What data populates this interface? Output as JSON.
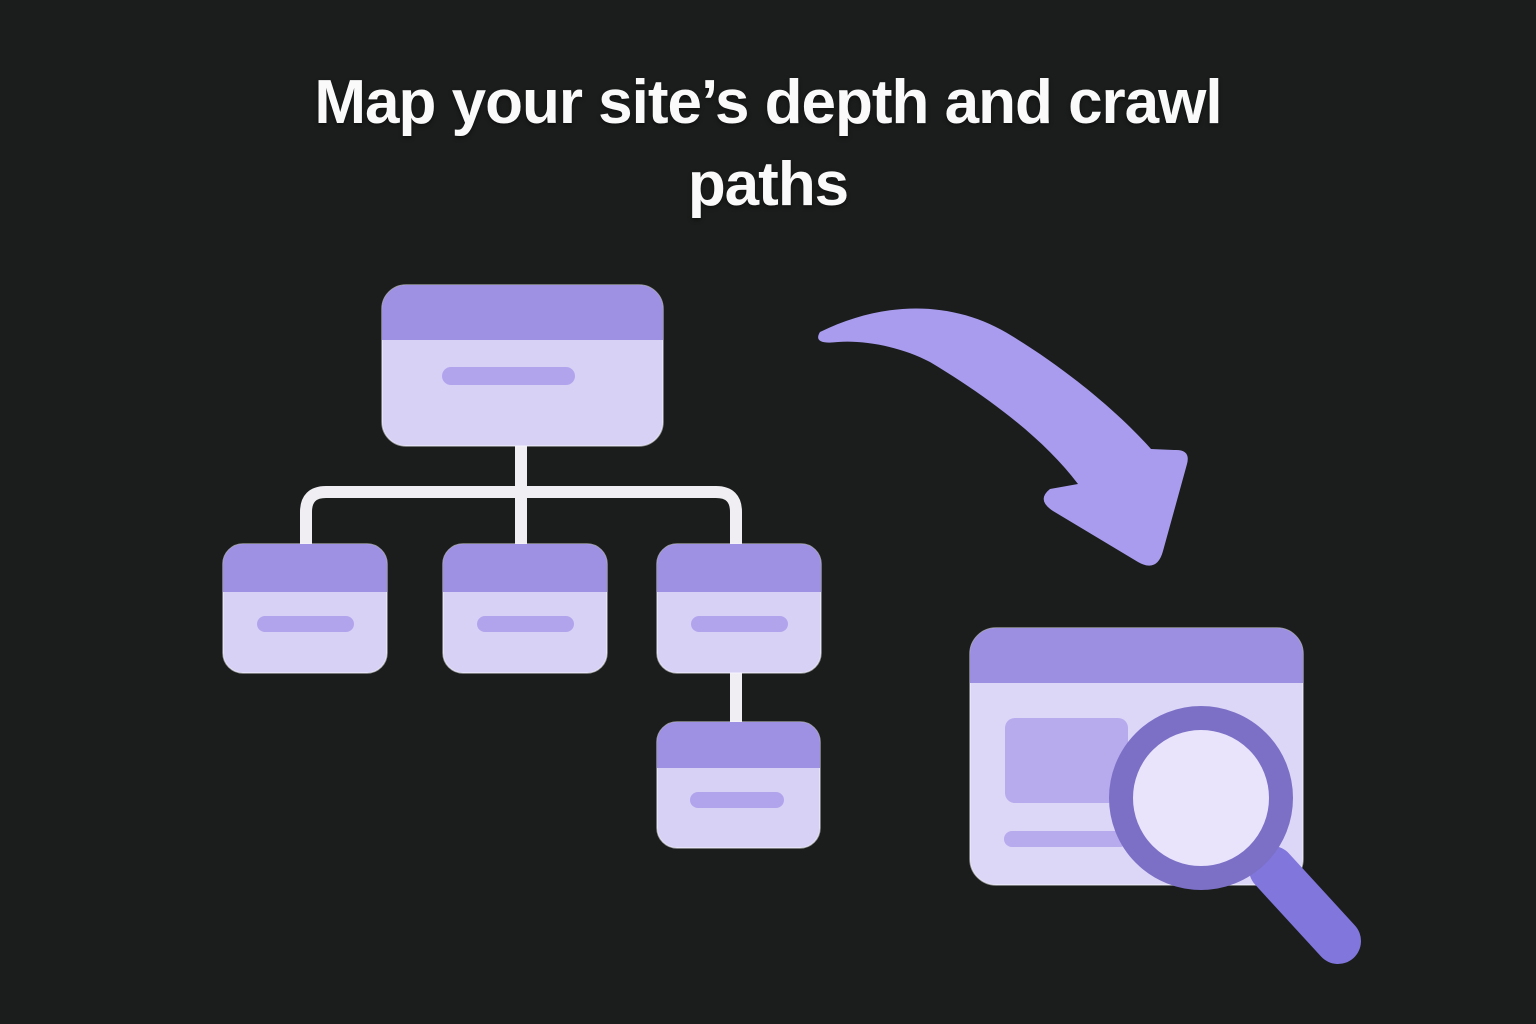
{
  "title": {
    "line1": "Map your site’s depth and crawl",
    "line2": "paths"
  },
  "colors": {
    "background": "#1b1d1c",
    "title_text": "#fafafa",
    "node_header": "#9e91e3",
    "node_body": "#d8d1f6",
    "node_pill": "#b2a4ec",
    "connector": "#f0eef3",
    "arrow": "#a99cee",
    "browser_header": "#9c8fe2",
    "browser_body": "#dcd6f7",
    "browser_inner": "#b7aaed",
    "magnifier_ring": "#7b70c6",
    "magnifier_lens": "#e9e4fb",
    "magnifier_handle": "#8076dc"
  },
  "illustration": {
    "sitemap_levels": 3,
    "child_page_count": 3,
    "grandchild_page_count": 1
  }
}
